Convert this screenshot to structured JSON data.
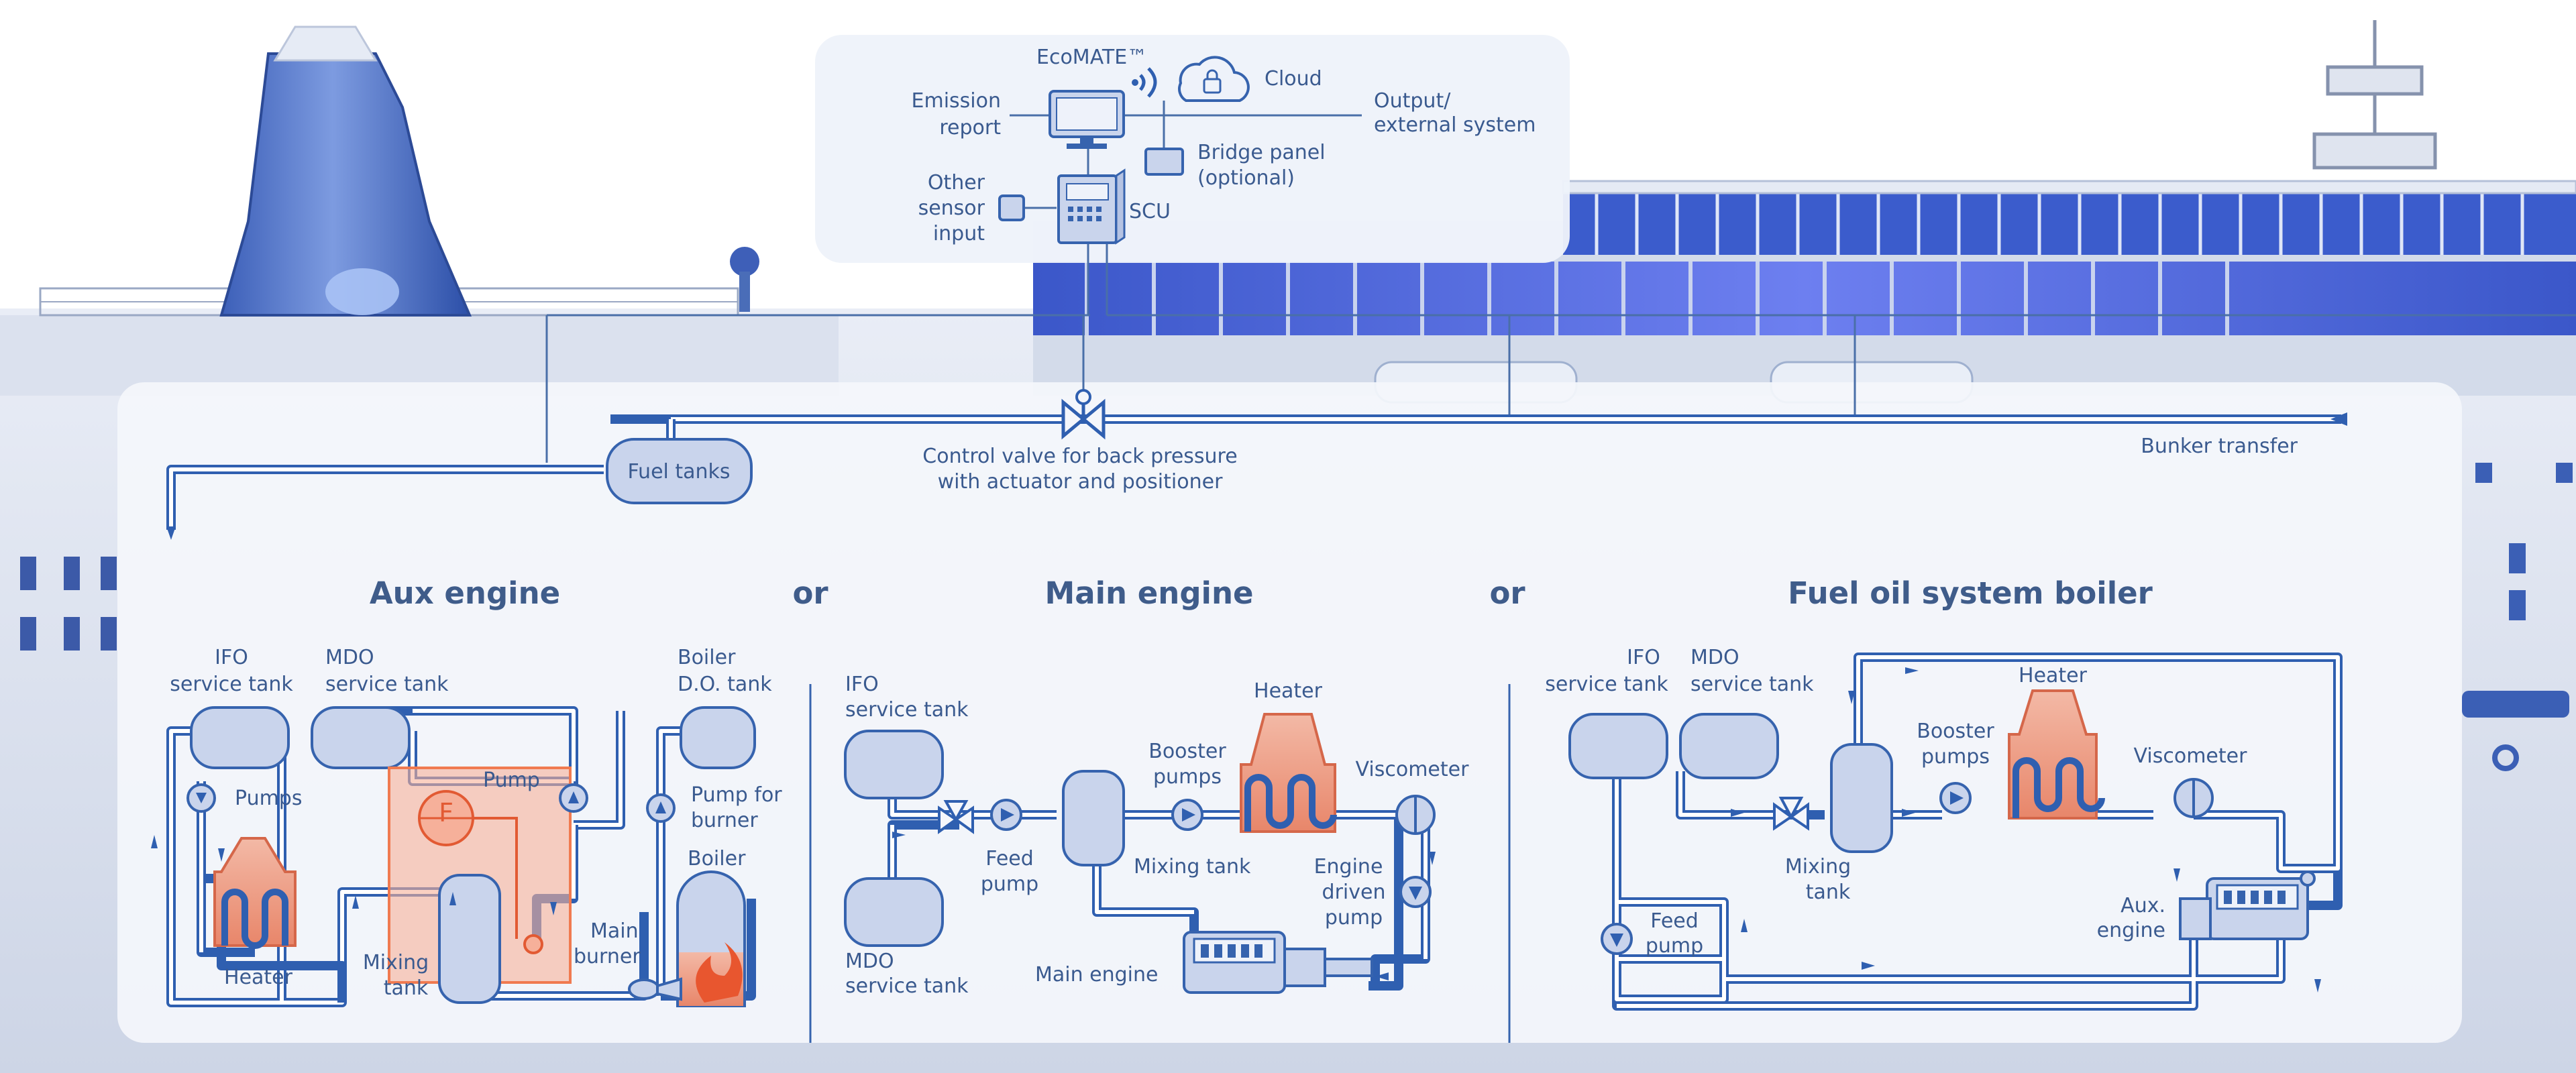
{
  "colors": {
    "pipe": "#2f5fb0",
    "tank_fill": "#c9d4ec",
    "text": "#3a5a8f",
    "highlight": "#f07a50",
    "highlight_fill": "#f6b09a",
    "ship_blue": "#2b56b8",
    "panel": "#eef2fa"
  },
  "top_panel": {
    "ecomate": "EcoMATE™",
    "cloud": "Cloud",
    "emission_report_1": "Emission",
    "emission_report_2": "report",
    "output_1": "Output/",
    "output_2": "external system",
    "bridge_1": "Bridge panel",
    "bridge_2": "(optional)",
    "other_1": "Other",
    "other_2": "sensor",
    "other_3": "input",
    "scu": "SCU"
  },
  "supply": {
    "fuel_tanks": "Fuel tanks",
    "control_valve_1": "Control valve for back pressure",
    "control_valve_2": "with actuator and positioner",
    "bunker_transfer": "Bunker transfer"
  },
  "sections": {
    "aux": {
      "title": "Aux engine",
      "ifo_1": "IFO",
      "ifo_2": "service tank",
      "mdo_1": "MDO",
      "mdo_2": "service tank",
      "boiler_do_1": "Boiler",
      "boiler_do_2": "D.O. tank",
      "pumps": "Pumps",
      "pump": "Pump",
      "flow_meter": "F",
      "pump_burner_1": "Pump for",
      "pump_burner_2": "burner",
      "boiler": "Boiler",
      "heater": "Heater",
      "mixing_1": "Mixing",
      "mixing_2": "tank",
      "main_burner_1": "Main",
      "main_burner_2": "burner"
    },
    "or_1": "or",
    "main": {
      "title": "Main engine",
      "ifo_1": "IFO",
      "ifo_2": "service tank",
      "mdo_1": "MDO",
      "mdo_2": "service tank",
      "booster_1": "Booster",
      "booster_2": "pumps",
      "heater": "Heater",
      "viscometer": "Viscometer",
      "feed_1": "Feed",
      "feed_2": "pump",
      "mixing": "Mixing tank",
      "engine_driven_1": "Engine",
      "engine_driven_2": "driven",
      "engine_driven_3": "pump",
      "main_engine": "Main engine"
    },
    "or_2": "or",
    "boiler": {
      "title": "Fuel oil system boiler",
      "ifo_1": "IFO",
      "ifo_2": "service tank",
      "mdo_1": "MDO",
      "mdo_2": "service tank",
      "heater": "Heater",
      "booster_1": "Booster",
      "booster_2": "pumps",
      "viscometer": "Viscometer",
      "mixing_1": "Mixing",
      "mixing_2": "tank",
      "feed_1": "Feed",
      "feed_2": "pump",
      "aux_1": "Aux.",
      "aux_2": "engine"
    }
  }
}
